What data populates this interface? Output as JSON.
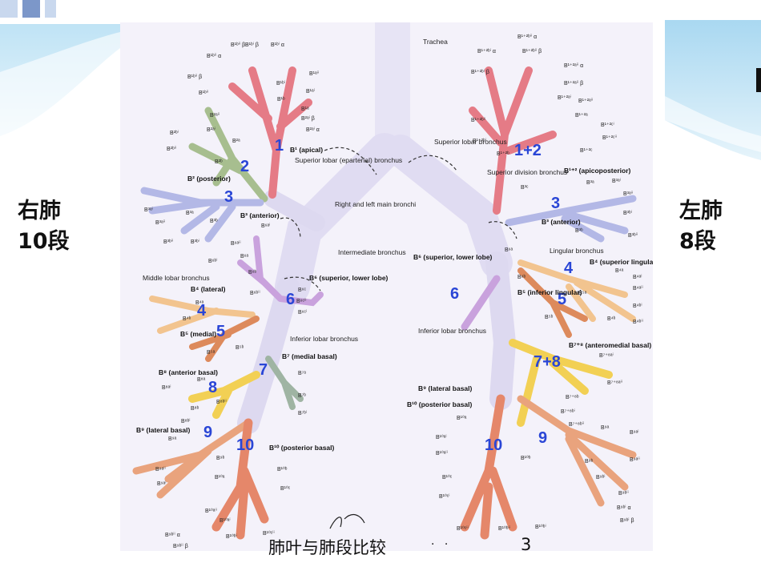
{
  "side_labels": {
    "right_lung": {
      "line1": "右肺",
      "line2": "10段"
    },
    "left_lung": {
      "line1": "左肺",
      "line2": "8段"
    }
  },
  "caption": {
    "title": "肺叶与肺段比较",
    "dots": "· ·",
    "page": "3"
  },
  "colors": {
    "apical": "#e57b86",
    "posterior": "#a7be8f",
    "anterior": "#b3b8e6",
    "superior": "#c9a2dd",
    "lateral": "#f2c48f",
    "medial": "#dd8a5c",
    "medial_basal": "#9fb4a3",
    "anterior_basal": "#f2d054",
    "lateral_basal": "#e9a37d",
    "posterior_basal": "#e5876a",
    "trachea": "#e7e4f5"
  },
  "diagram": {
    "trachea": "Trachea",
    "main_bronchi": "Right and left main bronchi",
    "superior_lobar_eparterial": "Superior lobar (eparterial) bronchus",
    "intermediate": "Intermediate bronchus",
    "middle_lobar": "Middle lobar bronchus",
    "inferior_lobar_right": "Inferior lobar bronchus",
    "superior_lobar_left": "Superior lobar bronchus",
    "superior_division": "Superior division bronchus",
    "lingular": "Lingular bronchus",
    "inferior_lobar_left": "Inferior lobar bronchus",
    "numbers": {
      "n1": "1",
      "n2": "2",
      "n3r": "3",
      "n4r": "4",
      "n5r": "5",
      "n6r": "6",
      "n7": "7",
      "n8": "8",
      "n9r": "9",
      "n10r": "10",
      "n12": "1+2",
      "n3l": "3",
      "n4l": "4",
      "n5l": "5",
      "n6l": "6",
      "n78": "7+8",
      "n9l": "9",
      "n10l": "10"
    },
    "right": {
      "b1": "B¹ (apical)",
      "b2": "B² (posterior)",
      "b3": "B³ (anterior)",
      "b4": "B⁴ (lateral)",
      "b5": "B⁵ (medial)",
      "b6": "B⁶ (superior, lower lobe)",
      "b7": "B⁷ (medial basal)",
      "b8": "B⁸ (anterior basal)",
      "b9": "B⁹ (lateral basal)",
      "b10": "B¹⁰ (posterior basal)",
      "sub": [
        "B¹ᵇⁱⁱ β",
        "B¹ᵇⁱ β",
        "B¹ᵇⁱ α",
        "B¹ᵇⁱⁱ α",
        "B¹ᵃⁱⁱ",
        "B¹ᵇⁱⁱ β",
        "B¹ᵇⁱ",
        "B¹ᵃⁱ",
        "B¹ᵇⁱⁱ",
        "B¹ᵇ",
        "B¹ᵃ",
        "B²ᵃⁱⁱ",
        "B²ᵃⁱ β",
        "B²ᵃⁱ",
        "B²ᵃⁱ α",
        "B²ᵃ",
        "B²ᵇⁱ",
        "B²ᵇⁱⁱ",
        "B²ᵇ",
        "B³ᵃⁱ",
        "B³ᵃ",
        "B³ᵇ",
        "B³ᵃⁱⁱ",
        "B³ᵇⁱⁱ",
        "B³ᵇⁱ",
        "B⁶ᵃⁱ",
        "B⁶ᵃⁱⁱ",
        "B⁶ᵃ",
        "B⁶ᵇⁱ",
        "B⁶ᵇ",
        "B⁶ᵇⁱⁱ",
        "B⁶ᶜ",
        "B⁶ᶜⁱⁱ",
        "B⁶ᶜⁱ",
        "B⁴ᵃ",
        "B⁴ᵇ",
        "B⁵ᵇ",
        "B⁵ᵃ",
        "B⁷ᵃ",
        "B⁷ᵇ",
        "B⁷ᵇⁱ",
        "B⁸ᵃ",
        "B⁸ᵃⁱ",
        "B⁸ᵇ",
        "B⁸ᵇⁱⁱ",
        "B⁸ᵇⁱ",
        "B⁹ᵃ",
        "B⁹ᵃⁱ",
        "B⁹ᵇ",
        "B⁹ᵃⁱⁱ",
        "B¹⁰ᵇ",
        "B¹⁰ᵃ",
        "B¹⁰ᶜ",
        "B¹⁰ᵃⁱⁱ",
        "B¹⁰ᵃⁱ",
        "B¹⁰ᵇⁱ",
        "B¹⁰ᶜⁱⁱ",
        "B⁹ᵇⁱⁱ α",
        "B⁹ᵇⁱⁱ β"
      ]
    },
    "left": {
      "b12": "B¹⁺² (apicoposterior)",
      "b3": "B³ (anterior)",
      "b4": "B⁴ (superior lingular)",
      "b5": "B⁵ (inferior lingular)",
      "b6": "B⁶ (superior, lower lobe)",
      "b78": "B⁷⁺⁸ (anteromedial basal)",
      "b9": "B⁹ (lateral basal)",
      "b10": "B¹⁰ (posterior basal)",
      "sub": [
        "B¹⁺²ᵇⁱⁱ α",
        "B¹⁺²ᵇⁱ α",
        "B¹⁺²ᵇⁱⁱ β",
        "B¹⁺²ᵃⁱⁱ α",
        "B¹⁺²ᵇⁱ β",
        "B¹⁺²ᵃⁱⁱ β",
        "B¹⁺²ᵃⁱ",
        "B¹⁺²ᵃⁱⁱ",
        "B¹⁺²ᵇⁱⁱ",
        "B¹⁺²ᵃ",
        "B¹⁺²ᵇⁱ",
        "B¹⁺²ᶜⁱ",
        "B¹⁺²ᶜⁱⁱ",
        "B¹⁺²ᵇ",
        "B¹⁺²ᶜ",
        "B³ᶜ",
        "B³ᵃ",
        "B³ᵃⁱ",
        "B³ᵃⁱⁱ",
        "B³ᵇⁱ",
        "B³ᵇ",
        "B³ᵇⁱⁱ",
        "B⁶ᵃ",
        "B⁶ᵇ",
        "B⁴ᵃ",
        "B⁴ᵃⁱ",
        "B⁴ᵃⁱⁱ",
        "B⁴ᵇⁱ",
        "B⁴ᵇ",
        "B⁴ᵇⁱⁱ",
        "B⁵ᵃ",
        "B⁵ᵇ",
        "B⁷⁺⁸ᵃⁱ",
        "B⁷⁺⁸ᵃⁱⁱ",
        "B⁷⁺⁸ᵇ",
        "B⁷⁺⁸ᵇⁱ",
        "B⁷⁺⁸ᵇⁱⁱ",
        "B⁹ᵃ",
        "B⁹ᵃⁱ",
        "B⁹ᵃⁱⁱ",
        "B⁹ᵇ",
        "B⁹ᵇⁱ",
        "B⁹ᵇⁱⁱ",
        "B⁹ᵇⁱ α",
        "B⁹ᵇⁱ β",
        "B¹⁰ᵃ",
        "B¹⁰ᵃⁱ",
        "B¹⁰ᵃⁱⁱ",
        "B¹⁰ᵇ",
        "B¹⁰ᶜ",
        "B¹⁰ᶜⁱ",
        "B¹⁰ᶜⁱⁱ",
        "B¹⁰ᵇⁱⁱ",
        "B¹⁰ᵇⁱ"
      ]
    }
  }
}
